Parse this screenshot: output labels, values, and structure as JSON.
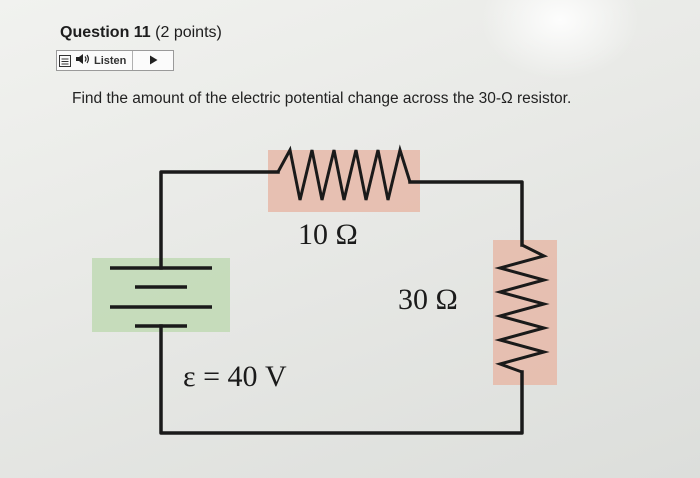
{
  "question": {
    "number_label": "Question 11",
    "points_label": "(2 points)",
    "prompt": "Find the amount of the electric potential change across the 30-Ω resistor."
  },
  "listen": {
    "label": "Listen"
  },
  "circuit": {
    "resistor_1_label": "10 Ω",
    "resistor_2_label": "30 Ω",
    "emf_label": "ε = 40 V",
    "colors": {
      "resistor_highlight": "#e6b9a8",
      "battery_highlight": "#bfd9b4",
      "wire": "#1a1a1a"
    }
  }
}
